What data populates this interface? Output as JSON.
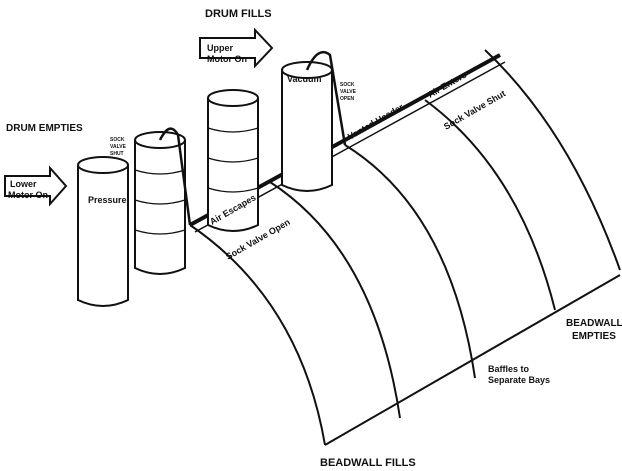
{
  "diagram": {
    "title_top": "DRUM FILLS",
    "title_bottom": "BEADWALL FILLS",
    "drum_empties": "DRUM EMPTIES",
    "beadwall_empties_1": "BEADWALL",
    "beadwall_empties_2": "EMPTIES",
    "upper_motor_1": "Upper",
    "upper_motor_2": "Motor On",
    "lower_motor_1": "Lower",
    "lower_motor_2": "Motor On",
    "vacuum": "Vacuum",
    "pressure": "Pressure",
    "sock_valve_upper": [
      "SOCK",
      "VALVE",
      "OPEN"
    ],
    "sock_valve_lower": [
      "SOCK",
      "VALVE",
      "SHUT"
    ],
    "air_enters": "Air Enters",
    "vented_header": "Vented Header",
    "sock_valve_shut": "Sock Valve Shut",
    "air_escapes": "Air Escapes",
    "sock_valve_open": "Sock Valve Open",
    "baffles_1": "Baffles to",
    "baffles_2": "Separate Bays"
  },
  "colors": {
    "ink": "#111111",
    "paper": "#ffffff"
  }
}
